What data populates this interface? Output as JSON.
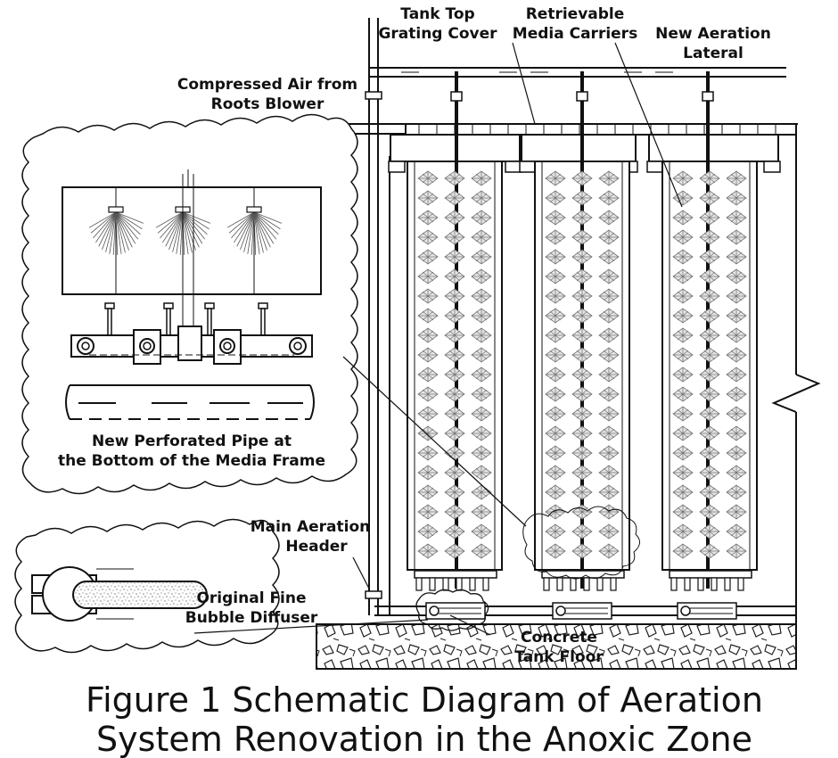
{
  "labels": {
    "tank_top_1": "Tank Top",
    "tank_top_2": "Grating Cover",
    "retrievable_1": "Retrievable",
    "retrievable_2": "Media Carriers",
    "new_aeration_1": "New Aeration",
    "new_aeration_2": "Lateral",
    "compressed_air_1": "Compressed Air from",
    "compressed_air_2": "Roots Blower",
    "perforated_1": "New Perforated Pipe at",
    "perforated_2": "the Bottom of the Media Frame",
    "main_header_1": "Main Aeration",
    "main_header_2": "Header",
    "original_1": "Original Fine",
    "original_2": "Bubble Diffuser",
    "concrete_1": "Concrete",
    "concrete_2": "Tank Floor"
  },
  "caption": {
    "line1": "Figure 1 Schematic Diagram of Aeration",
    "line2": "System Renovation in the Anoxic Zone"
  }
}
